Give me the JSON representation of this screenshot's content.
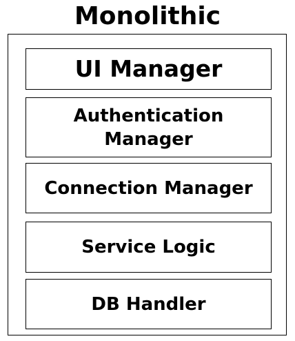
{
  "title": "Monolithic",
  "layers": [
    {
      "label": "UI Manager"
    },
    {
      "label": "Authentication Manager"
    },
    {
      "label": "Connection Manager"
    },
    {
      "label": "Service Logic"
    },
    {
      "label": "DB Handler"
    }
  ]
}
